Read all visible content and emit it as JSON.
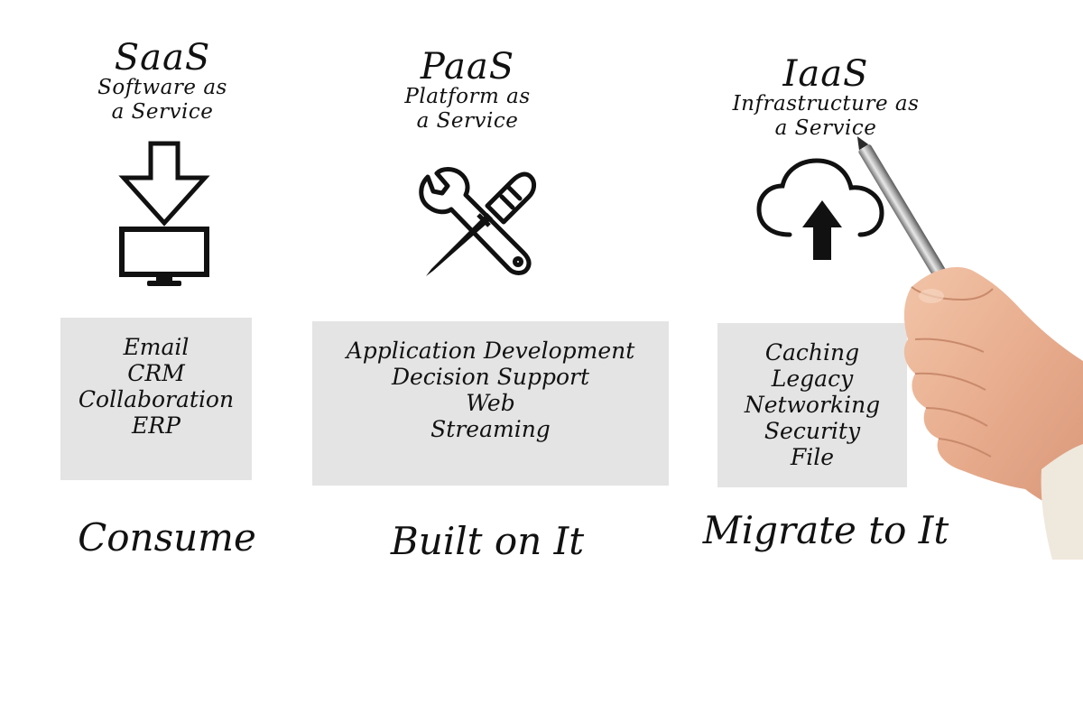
{
  "columns": [
    {
      "id": "saas",
      "title": "SaaS",
      "subtitle_lines": [
        "Software as",
        "a Service"
      ],
      "icon": "download-to-monitor-icon",
      "items": [
        "Email",
        "CRM",
        "Collaboration",
        "ERP"
      ],
      "action": "Consume"
    },
    {
      "id": "paas",
      "title": "PaaS",
      "subtitle_lines": [
        "Platform as",
        "a Service"
      ],
      "icon": "wrench-screwdriver-icon",
      "items": [
        "Application Development",
        "Decision Support",
        "Web",
        "Streaming"
      ],
      "action": "Built on It"
    },
    {
      "id": "iaas",
      "title": "IaaS",
      "subtitle_lines": [
        "Infrastructure as",
        "a Service"
      ],
      "icon": "cloud-upload-icon",
      "items": [
        "Caching",
        "Legacy",
        "Networking",
        "Security",
        "File"
      ],
      "action": "Migrate to It"
    }
  ],
  "colors": {
    "ink": "#111111",
    "box_fill": "#e4e4e4",
    "background": "#ffffff"
  }
}
